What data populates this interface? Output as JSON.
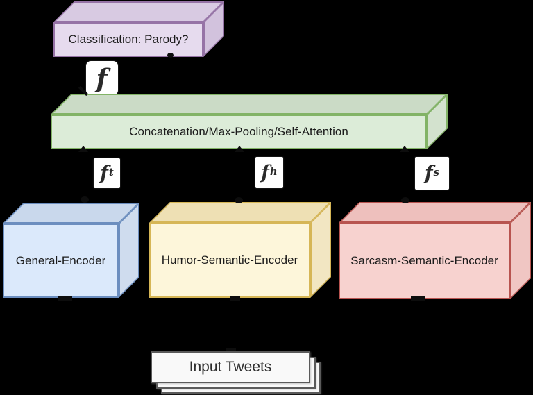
{
  "background_color": "#000000",
  "diagram": {
    "nodes": {
      "classification": {
        "label": "Classification: Parody?",
        "shape": "cube",
        "fill": "#e1d5e7",
        "stroke": "#9673a6"
      },
      "fusion": {
        "label": "Concatenation/Max-Pooling/Self-Attention",
        "shape": "cube",
        "fill": "#d5e8d4",
        "stroke": "#82b366"
      },
      "general_encoder": {
        "label": "General-Encoder",
        "shape": "cube",
        "fill": "#dae8fc",
        "stroke": "#6c8ebf"
      },
      "humor_encoder": {
        "label": "Humor-Semantic-Encoder",
        "shape": "cube",
        "fill": "#fff2cc",
        "stroke": "#d6b656"
      },
      "sarcasm_encoder": {
        "label": "Sarcasm-Semantic-Encoder",
        "shape": "cube",
        "fill": "#f8cecc",
        "stroke": "#b85450"
      },
      "input_tweets": {
        "label": "Input Tweets",
        "shape": "stacked-cards",
        "fill": "#f9f9f9",
        "stroke": "#5a5a5a"
      }
    },
    "feature_labels": {
      "f": {
        "base": "f",
        "sup": ""
      },
      "ft": {
        "base": "f",
        "sup": "t"
      },
      "fh": {
        "base": "f",
        "sup": "h"
      },
      "fs": {
        "base": "f",
        "sup": "s"
      }
    },
    "edges": [
      {
        "from": "input_tweets",
        "to": "general_encoder"
      },
      {
        "from": "input_tweets",
        "to": "humor_encoder"
      },
      {
        "from": "input_tweets",
        "to": "sarcasm_encoder"
      },
      {
        "from": "general_encoder",
        "to": "fusion",
        "label": "f t"
      },
      {
        "from": "humor_encoder",
        "to": "fusion",
        "label": "f h"
      },
      {
        "from": "sarcasm_encoder",
        "to": "fusion",
        "label": "f s"
      },
      {
        "from": "fusion",
        "to": "classification",
        "label": "f"
      }
    ]
  }
}
